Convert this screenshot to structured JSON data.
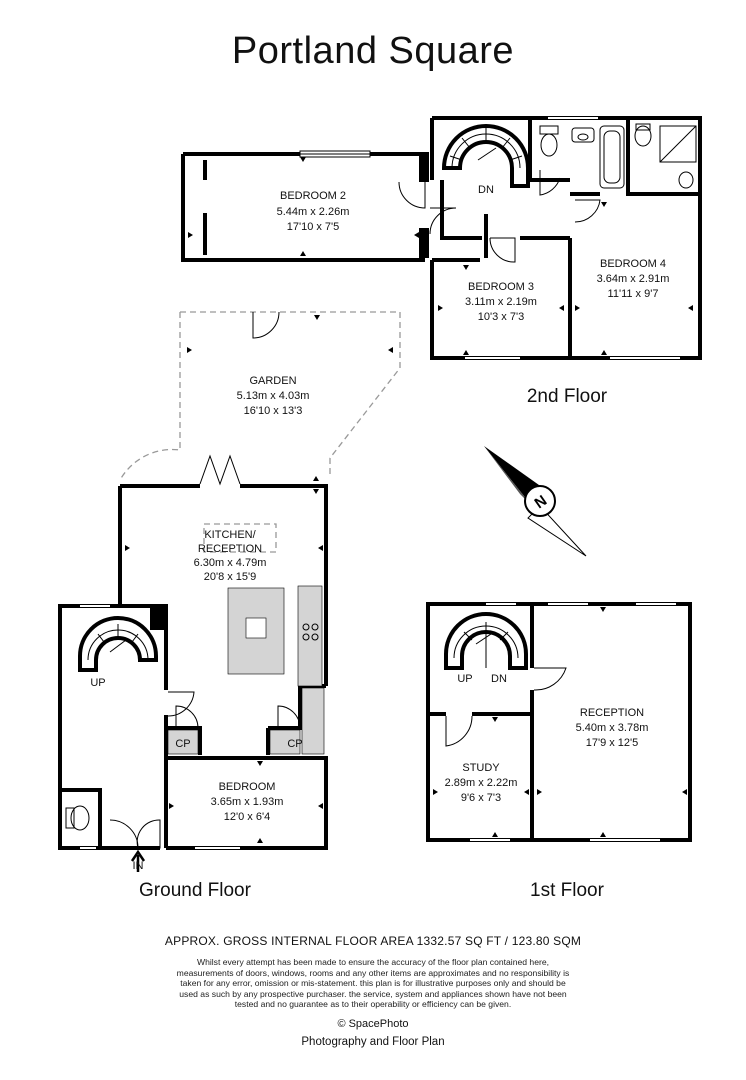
{
  "title": "Portland Square",
  "floors": {
    "ground": "Ground Floor",
    "first": "1st Floor",
    "second": "2nd Floor"
  },
  "rooms": {
    "bedroom2": {
      "name": "BEDROOM 2",
      "metric": "5.44m x 2.26m",
      "imperial": "17'10 x 7'5"
    },
    "bedroom3": {
      "name": "BEDROOM 3",
      "metric": "3.11m x 2.19m",
      "imperial": "10'3 x 7'3"
    },
    "bedroom4": {
      "name": "BEDROOM 4",
      "metric": "3.64m x 2.91m",
      "imperial": "11'11 x 9'7"
    },
    "garden": {
      "name": "GARDEN",
      "metric": "5.13m x 4.03m",
      "imperial": "16'10 x 13'3"
    },
    "kitchen": {
      "name1": "KITCHEN/",
      "name2": "RECEPTION",
      "metric": "6.30m x 4.79m",
      "imperial": "20'8 x 15'9"
    },
    "bedroom": {
      "name": "BEDROOM",
      "metric": "3.65m x 1.93m",
      "imperial": "12'0 x 6'4"
    },
    "reception": {
      "name": "RECEPTION",
      "metric": "5.40m x 3.78m",
      "imperial": "17'9 x 12'5"
    },
    "study": {
      "name": "STUDY",
      "metric": "2.89m x 2.22m",
      "imperial": "9'6 x 7'3"
    }
  },
  "labels": {
    "up": "UP",
    "dn": "DN",
    "cp": "CP",
    "in": "IN",
    "north": "N"
  },
  "area": "APPROX. GROSS INTERNAL FLOOR AREA 1332.57 SQ FT / 123.80 SQM",
  "disclaimer": "Whilst every attempt has been made to ensure the accuracy of the floor plan contained here, measurements of doors, windows, rooms and any other items are approximates and no responsibility is taken for any error, omission or mis-statement. this plan is for illustrative purposes only and should be used as such by any prospective purchaser. the service, system and appliances shown have not been tested and no guarantee as to their operability or efficiency can be given.",
  "copyright": "© SpacePhoto",
  "tagline": "Photography and Floor Plan"
}
